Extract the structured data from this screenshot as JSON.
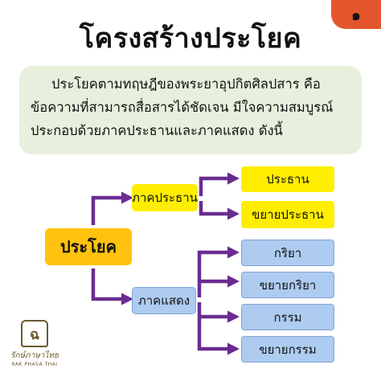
{
  "page_number": "๑",
  "title": "โครงสร้างประโยค",
  "intro_lines": [
    "ประโยคตามทฤษฎีของพระยาอุปกิตศิลปสาร คือ",
    "ข้อความที่สามารถสื่อสารได้ชัดเจน มีใจความสมบูรณ์",
    "ประกอบด้วยภาคประธานและภาคแสดง ดังนี้"
  ],
  "diagram": {
    "root": "ประโยค",
    "subject_part": {
      "label": "ภาคประธาน",
      "children": [
        "ประธาน",
        "ขยายประธาน"
      ]
    },
    "predicate_part": {
      "label": "ภาคแสดง",
      "children": [
        "กริยา",
        "ขยายกริยา",
        "กรรม",
        "ขยายกรรม"
      ]
    }
  },
  "colors": {
    "badge": "#e4572e",
    "intro_bg": "#e7f0dc",
    "root": "#ffc20e",
    "subject_nodes": "#ffee00",
    "predicate_nodes": "#aecbf0",
    "arrows": "#6a2c91"
  },
  "logo": {
    "mark": "ฉ",
    "text": "รักษ์ภาษาไทย",
    "subtext": "RAK PHASA THAI"
  }
}
